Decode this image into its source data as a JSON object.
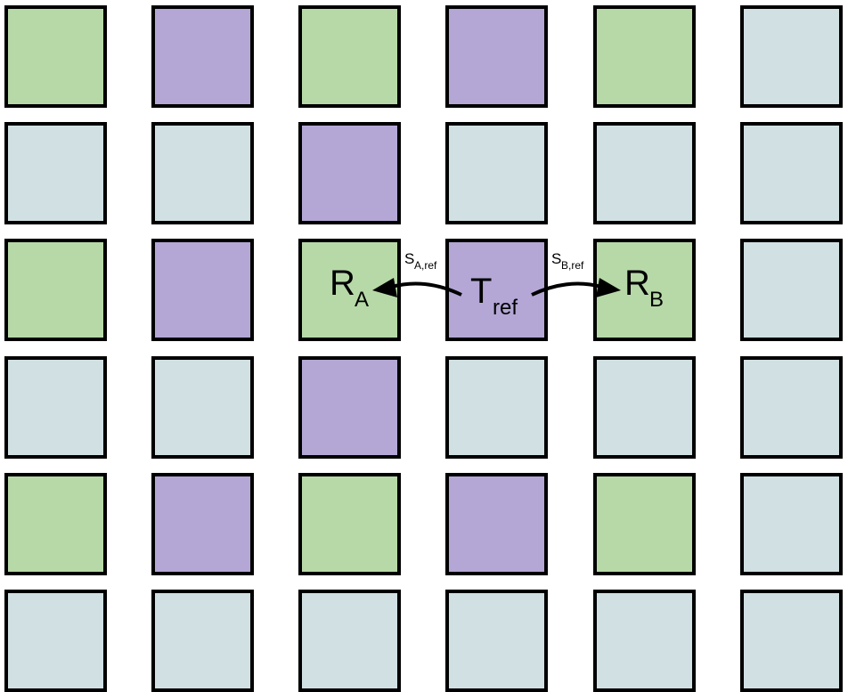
{
  "colors": {
    "green": "#b7d9a8",
    "purple": "#b4a7d6",
    "gray": "#d0e0e3",
    "outline": "#000000"
  },
  "grid": [
    [
      "green",
      "purple",
      "green",
      "purple",
      "green",
      "gray"
    ],
    [
      "gray",
      "gray",
      "purple",
      "gray",
      "gray",
      "gray"
    ],
    [
      "green",
      "purple",
      "green",
      "purple",
      "green",
      "gray"
    ],
    [
      "gray",
      "gray",
      "purple",
      "gray",
      "gray",
      "gray"
    ],
    [
      "green",
      "purple",
      "green",
      "purple",
      "green",
      "gray"
    ],
    [
      "gray",
      "gray",
      "gray",
      "gray",
      "gray",
      "gray"
    ]
  ],
  "labels": {
    "target": {
      "main": "T",
      "sub": "ref"
    },
    "ref_a": {
      "main": "R",
      "sub": "A"
    },
    "ref_b": {
      "main": "R",
      "sub": "B"
    },
    "shift_a": {
      "main": "S",
      "sub": "A,ref"
    },
    "shift_b": {
      "main": "S",
      "sub": "B,ref"
    }
  }
}
